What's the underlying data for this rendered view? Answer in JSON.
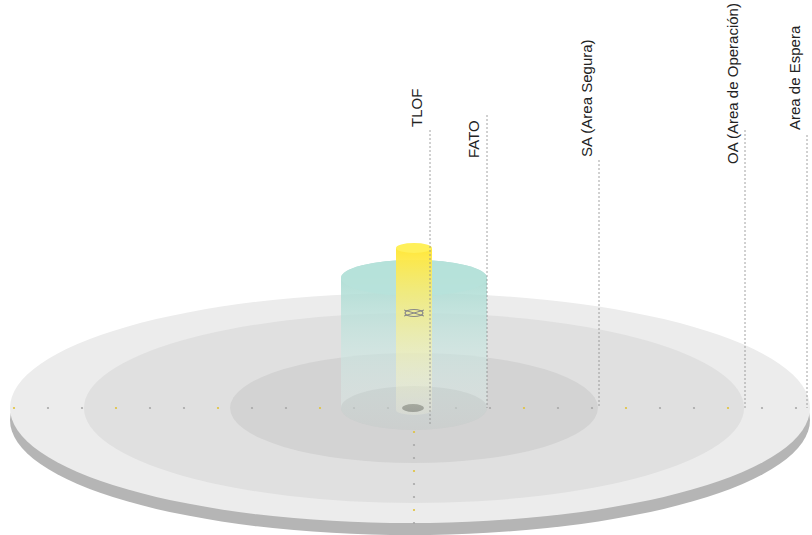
{
  "diagram": {
    "labels": [
      "TLOF",
      "FATO",
      "SA (Area Segura)",
      "OA (Area de Operación)",
      "Area de Espera"
    ]
  }
}
